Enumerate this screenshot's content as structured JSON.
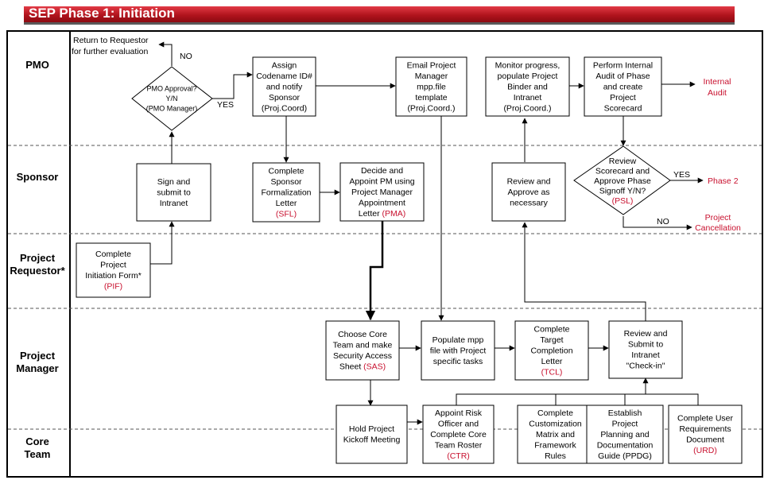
{
  "header": {
    "title": "SEP Phase 1: Initiation"
  },
  "lanes": {
    "pmo": "PMO",
    "sponsor": "Sponsor",
    "requestor": "Project\nRequestor*",
    "pm": "Project\nManager",
    "core": "Core\nTeam"
  },
  "boxes": {
    "pif": {
      "lines": [
        "Complete",
        "Project",
        "Initiation Form*"
      ],
      "code": "(PIF)"
    },
    "sign": {
      "lines": [
        "Sign and",
        "submit to",
        "Intranet"
      ],
      "code": ""
    },
    "assign": {
      "lines": [
        "Assign",
        "Codename ID#",
        "and notify",
        "Sponsor",
        "(Proj.Coord)"
      ],
      "code": ""
    },
    "email": {
      "lines": [
        "Email Project",
        "Manager",
        "mpp.file",
        "template",
        "(Proj.Coord.)"
      ],
      "code": ""
    },
    "monitor": {
      "lines": [
        "Monitor progress,",
        "populate Project",
        "Binder and",
        "Intranet",
        "(Proj.Coord.)"
      ],
      "code": ""
    },
    "audit": {
      "lines": [
        "Perform Internal",
        "Audit of Phase",
        "and create",
        "Project",
        "Scorecard"
      ],
      "code": ""
    },
    "sfl": {
      "lines": [
        "Complete",
        "Sponsor",
        "Formalization",
        "Letter"
      ],
      "code": "(SFL)"
    },
    "pma": {
      "lines": [
        "Decide and",
        "Appoint PM using",
        "Project Manager",
        "Appointment"
      ],
      "last": "Letter ",
      "code": "(PMA)"
    },
    "review_approve": {
      "lines": [
        "Review and",
        "Approve as",
        "necessary"
      ],
      "code": ""
    },
    "sas": {
      "lines": [
        "Choose Core",
        "Team and make",
        "Security Access"
      ],
      "last": "Sheet ",
      "code": "(SAS)"
    },
    "populate": {
      "lines": [
        "Populate mpp",
        "file with Project",
        "specific tasks"
      ],
      "code": ""
    },
    "tcl": {
      "lines": [
        "Complete",
        "Target",
        "Completion",
        "Letter"
      ],
      "code": "(TCL)"
    },
    "checkin": {
      "lines": [
        "Review and",
        "Submit to",
        "Intranet",
        "\"Check-in\""
      ],
      "code": ""
    },
    "kickoff": {
      "lines": [
        "Hold Project",
        "Kickoff Meeting"
      ],
      "code": ""
    },
    "ctr": {
      "lines": [
        "Appoint Risk",
        "Officer and",
        "Complete Core",
        "Team Roster"
      ],
      "code": "(CTR)"
    },
    "matrix": {
      "lines": [
        "Complete",
        "Customization",
        "Matrix and",
        "Framework",
        "Rules"
      ],
      "code": ""
    },
    "ppdg": {
      "lines": [
        "Establish",
        "Project",
        "Planning and",
        "Documentation",
        "Guide (PPDG)"
      ],
      "code": ""
    },
    "urd": {
      "lines": [
        "Complete User",
        "Requirements",
        "Document"
      ],
      "code": "(URD)"
    }
  },
  "decisions": {
    "pmo_approval": {
      "lines": [
        "PMO Approval?",
        "Y/N",
        "(PMO Manager)"
      ],
      "code": ""
    },
    "scorecard": {
      "lines": [
        "Review",
        "Scorecard and",
        "Approve Phase",
        "Signoff Y/N?"
      ],
      "code": "(PSL)"
    }
  },
  "labels": {
    "return": [
      "Return to Requestor",
      "for  further evaluation"
    ],
    "no1": "NO",
    "yes1": "YES",
    "yes2": "YES",
    "no2": "NO"
  },
  "outcomes": {
    "internal_audit": [
      "Internal",
      "Audit"
    ],
    "phase2": [
      "Phase 2"
    ],
    "cancel": [
      "Project",
      "Cancellation"
    ]
  },
  "colors": {
    "accent": "#c8102e",
    "line": "#000000"
  }
}
